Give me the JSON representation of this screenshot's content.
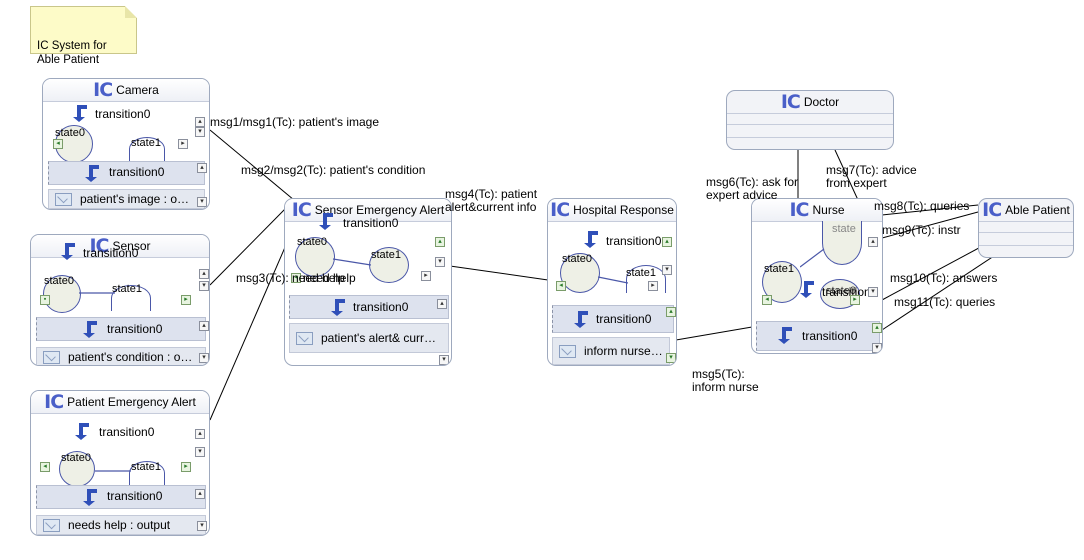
{
  "note": {
    "text": "IC System for\nAble Patient"
  },
  "components": {
    "camera": {
      "title": "Camera",
      "transition_top": "transition0",
      "state0": "state0",
      "state1": "state1",
      "transition_bottom": "transition0",
      "message": "patient's image : o…"
    },
    "sensor": {
      "title": "Sensor",
      "transition_top": "transition0",
      "state0": "state0",
      "state1": "state1",
      "transition_bottom": "transition0",
      "message": "patient's condition : o…"
    },
    "patient_alert": {
      "title": "Patient Emergency Alert",
      "transition_top": "transition0",
      "state0": "state0",
      "state1": "state1",
      "transition_bottom": "transition0",
      "message": "needs help : output"
    },
    "sensor_alert": {
      "title": "Sensor Emergency Alert",
      "transition_top": "transition0",
      "state0": "state0",
      "state1": "state1",
      "overlap_label": "need help",
      "transition_bottom": "transition0",
      "message": "patient's alert& curr…"
    },
    "hospital": {
      "title": "Hospital Response",
      "transition_top": "transition0",
      "state0": "state0",
      "state1": "state1",
      "transition_bottom": "transition0",
      "message": "inform nurse…"
    },
    "nurse": {
      "title": "Nurse",
      "state_top": "state",
      "state1": "state1",
      "overlap_label": "transition0",
      "overlap_label2": "state0",
      "transition_bottom": "transition0"
    },
    "doctor": {
      "title": "Doctor"
    },
    "able_patient": {
      "title": "Able Patient"
    }
  },
  "connections": {
    "msg1": "msg1/msg1(Tc): patient's image",
    "msg2": "msg2/msg2(Tc): patient's condition",
    "msg3": "msg3(Tc): need help",
    "msg4": "msg4(Tc): patient\nalert&current info",
    "msg5": "msg5(Tc):\ninform nurse",
    "msg6": "msg6(Tc): ask for\nexpert advice",
    "msg7": "msg7(Tc): advice\nfrom expert",
    "msg8": "msg8(Tc): queries",
    "msg9": "msg9(Tc): instr",
    "msg10": "msg10(Tc): answers",
    "msg11": "msg11(Tc): queries"
  },
  "colors": {
    "ic_logo": "#4a5fc8",
    "border": "#9ea9be",
    "transition_arrow": "#2f4fb8",
    "note_bg": "#fdfbc8"
  }
}
